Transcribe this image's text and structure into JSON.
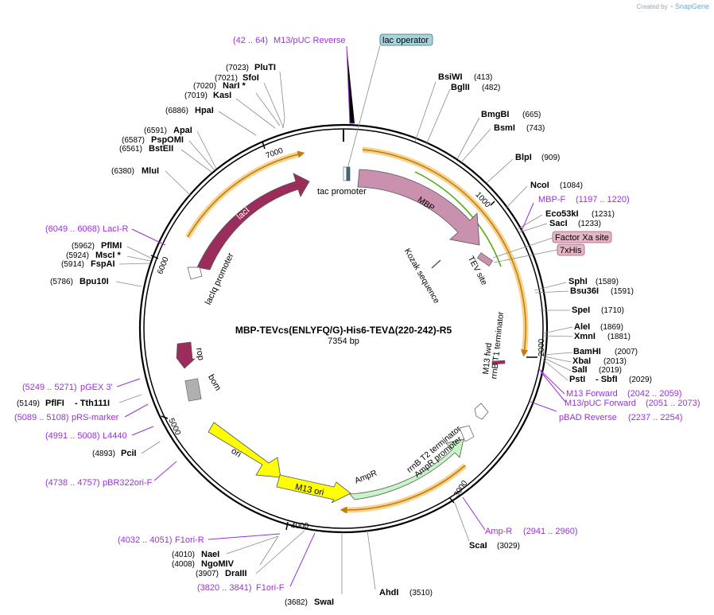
{
  "credit": {
    "prefix": "Created by",
    "brand": "SnapGene"
  },
  "plasmid": {
    "name": "MBP-TEVcs(ENLYFQ/G)-His6-TEVΔ(220-242)-R5",
    "size": "7354 bp"
  },
  "ruler_ticks": [
    "1000",
    "2000",
    "3000",
    "4000",
    "5000",
    "6000",
    "7000"
  ],
  "enzymes": [
    {
      "name": "PluTI",
      "pos": "(7023)"
    },
    {
      "name": "SfoI",
      "pos": "(7021)"
    },
    {
      "name": "NarI *",
      "pos": "(7020)"
    },
    {
      "name": "KasI",
      "pos": "(7019)"
    },
    {
      "name": "HpaI",
      "pos": "(6886)"
    },
    {
      "name": "ApaI",
      "pos": "(6591)"
    },
    {
      "name": "PspOMI",
      "pos": "(6587)"
    },
    {
      "name": "BstEII",
      "pos": "(6561)"
    },
    {
      "name": "MluI",
      "pos": "(6380)"
    },
    {
      "name": "PflMI",
      "pos": "(5962)"
    },
    {
      "name": "MscI *",
      "pos": "(5924)"
    },
    {
      "name": "FspAI",
      "pos": "(5914)"
    },
    {
      "name": "Bpu10I",
      "pos": "(5786)"
    },
    {
      "name": "PflFI",
      "name2": "- Tth111I",
      "pos": "(5149)"
    },
    {
      "name": "PciI",
      "pos": "(4893)"
    },
    {
      "name": "NaeI",
      "pos": "(4010)"
    },
    {
      "name": "NgoMIV",
      "pos": "(4008)"
    },
    {
      "name": "DraIII",
      "pos": "(3907)"
    },
    {
      "name": "SwaI",
      "pos": "(3682)"
    },
    {
      "name": "AhdI",
      "pos": "(3510)"
    },
    {
      "name": "ScaI",
      "pos": "(3029)"
    },
    {
      "name": "BsiWI",
      "pos": "(413)"
    },
    {
      "name": "BglII",
      "pos": "(482)"
    },
    {
      "name": "BmgBI",
      "pos": "(665)"
    },
    {
      "name": "BsmI",
      "pos": "(743)"
    },
    {
      "name": "BlpI",
      "pos": "(909)"
    },
    {
      "name": "NcoI",
      "pos": "(1084)"
    },
    {
      "name": "Eco53kI",
      "pos": "(1231)"
    },
    {
      "name": "SacI",
      "pos": "(1233)"
    },
    {
      "name": "SphI",
      "pos": "(1589)"
    },
    {
      "name": "Bsu36I",
      "pos": "(1591)"
    },
    {
      "name": "SpeI",
      "pos": "(1710)"
    },
    {
      "name": "AleI",
      "pos": "(1869)"
    },
    {
      "name": "XmnI",
      "pos": "(1881)"
    },
    {
      "name": "BamHI",
      "pos": "(2007)"
    },
    {
      "name": "XbaI",
      "pos": "(2013)"
    },
    {
      "name": "SalI",
      "pos": "(2019)"
    },
    {
      "name": "PstI",
      "name2": "- SbfI",
      "pos": "(2029)"
    }
  ],
  "primers": [
    {
      "name": "M13/pUC Reverse",
      "range": "(42 .. 64)"
    },
    {
      "name": "MBP-F",
      "range": "(1197 .. 1220)"
    },
    {
      "name": "M13 Forward",
      "range": "(2042 .. 2059)"
    },
    {
      "name": "M13/pUC Forward",
      "range": "(2051 .. 2073)"
    },
    {
      "name": "pBAD Reverse",
      "range": "(2237 .. 2254)"
    },
    {
      "name": "Amp-R",
      "range": "(2941 .. 2960)"
    },
    {
      "name": "F1ori-F",
      "range": "(3820 .. 3841)"
    },
    {
      "name": "F1ori-R",
      "range": "(4032 .. 4051)"
    },
    {
      "name": "pBR322ori-F",
      "range": "(4738 .. 4757)"
    },
    {
      "name": "L4440",
      "range": "(4991 .. 5008)"
    },
    {
      "name": "pRS-marker",
      "range": "(5089 .. 5108)"
    },
    {
      "name": "pGEX 3'",
      "range": "(5249 .. 5271)"
    },
    {
      "name": "LacI-R",
      "range": "(6049 .. 6068)"
    }
  ],
  "features": {
    "lac_operator": "lac operator",
    "factor_xa": "Factor Xa site",
    "his": "7xHis",
    "tac_promoter": "tac promoter",
    "mbp": "MBP",
    "tev_site": "TEV site",
    "kozak": "Kozak sequence",
    "laci": "lacI",
    "laciq_promoter": "lacIq promoter",
    "rop": "rop",
    "bom": "bom",
    "rrnb_t1": "rrnB T1 terminator",
    "m13_fwd": "M13 fwd",
    "rrnb_t2": "rrnB T2 terminator",
    "ampr_promoter": "AmpR promoter",
    "ampr": "AmpR",
    "ori": "ori",
    "m13_ori": "M13 ori"
  },
  "colors": {
    "laci": "#9b2c5c",
    "mbp": "#c991ae",
    "ampr": "#c8f5c8",
    "ori": "#ffff00",
    "orf_band": "#f6d38a",
    "orf_arrow": "#c07a10",
    "mbp_orf_arrow": "#4aa800",
    "primer": "#9b30d9",
    "lac_operator_fill": "#a7d3de",
    "factor_xa_fill": "#e6b6c6"
  }
}
